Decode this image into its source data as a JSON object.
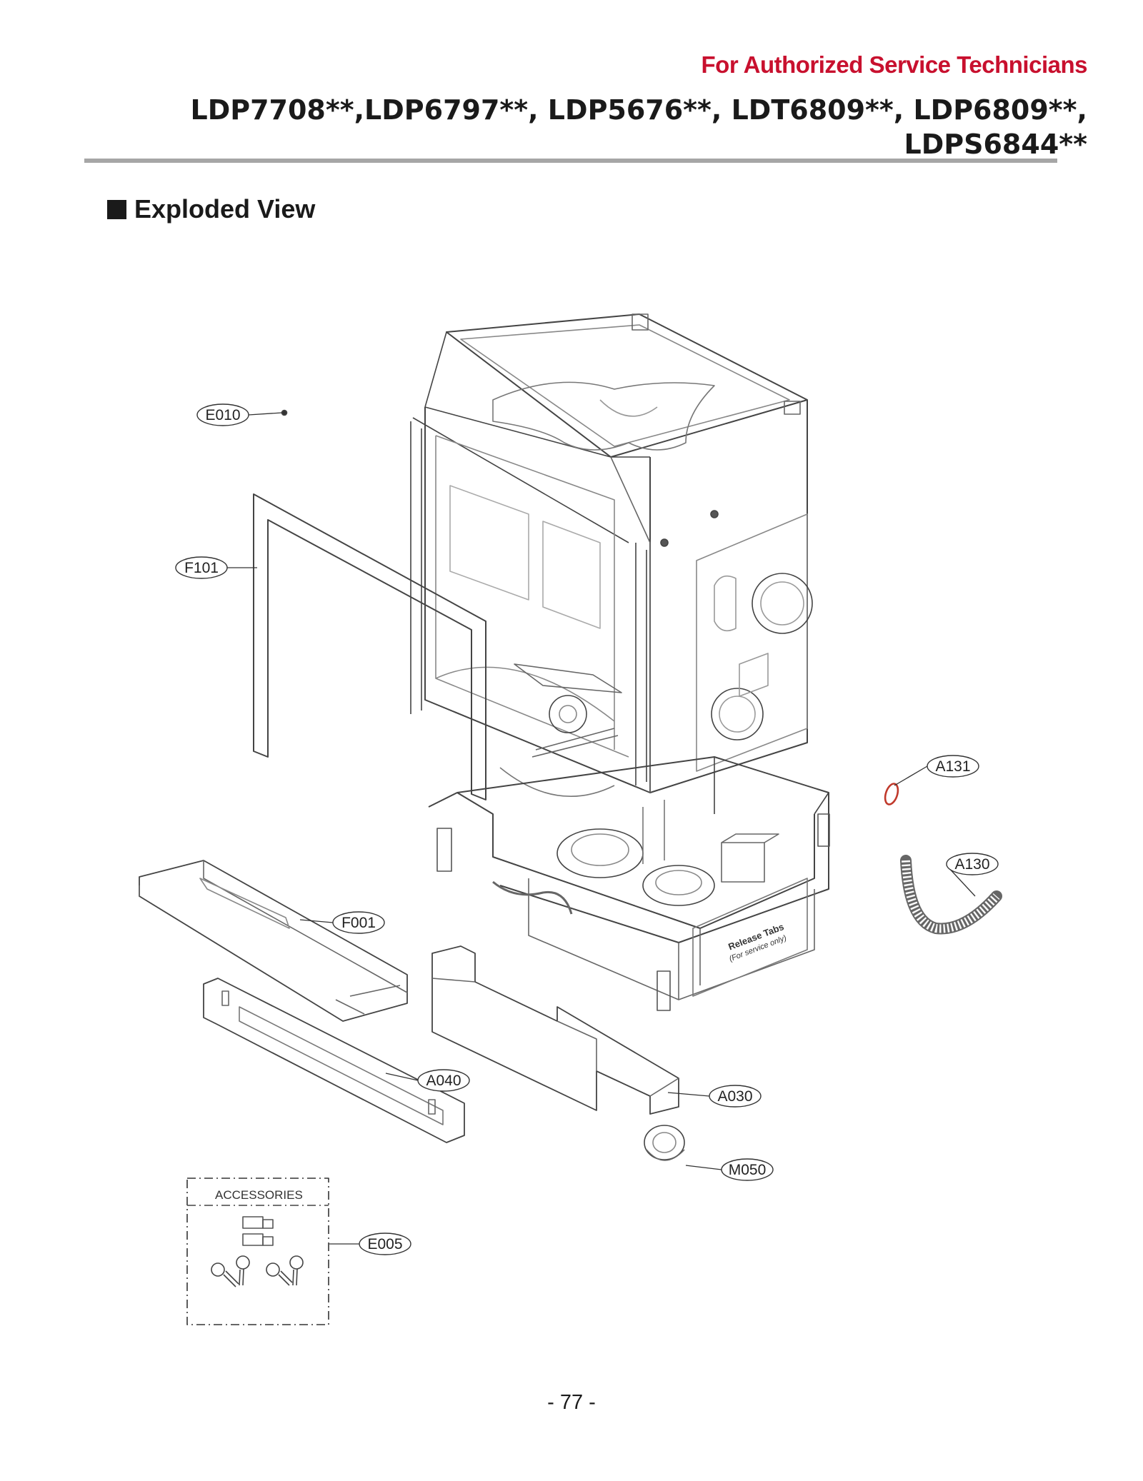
{
  "header": {
    "tagline": "For Authorized Service Technicians",
    "models": "LDP7708**,LDP6797**, LDP5676**, LDT6809**, LDP6809**, LDPS6844**"
  },
  "section": {
    "title": "Exploded View"
  },
  "parts": [
    {
      "id": "E010",
      "label": "E010"
    },
    {
      "id": "F101",
      "label": "F101"
    },
    {
      "id": "A131",
      "label": "A131"
    },
    {
      "id": "A130",
      "label": "A130"
    },
    {
      "id": "F001",
      "label": "F001"
    },
    {
      "id": "A040",
      "label": "A040"
    },
    {
      "id": "A030",
      "label": "A030"
    },
    {
      "id": "M050",
      "label": "M050"
    },
    {
      "id": "E005",
      "label": "E005"
    }
  ],
  "accessories_label": "ACCESSORIES",
  "release_tabs": {
    "line1": "Release Tabs",
    "line2": "(For service only)"
  },
  "page_number": "- 77 -",
  "colors": {
    "accent": "#c8102e",
    "oring": "#c0392b"
  }
}
